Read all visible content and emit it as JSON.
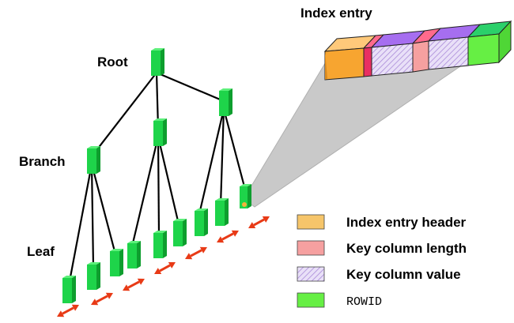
{
  "labels": {
    "root": "Root",
    "branch": "Branch",
    "leaf": "Leaf",
    "index_entry": "Index entry"
  },
  "legend": [
    {
      "label": "Index entry header",
      "color": "#f6c56a",
      "pattern": false
    },
    {
      "label": "Key column length",
      "color": "#f6a0a0",
      "pattern": false
    },
    {
      "label": "Key column value",
      "color": "#d6c6ee",
      "pattern": true
    },
    {
      "label": "ROWID",
      "color": "#66ef44",
      "pattern": false,
      "mono": true
    }
  ],
  "colors": {
    "block_front": "#1ed44a",
    "block_side": "#0e9e2e",
    "arrow": "#e83a16",
    "header_front": "#f7a530",
    "header_top": "#ffc97a",
    "key_length_front": "#e82f62",
    "key_length_top": "#ff6a8c",
    "key_value_top": "#a66ef0",
    "rowid_front": "#66ef44",
    "rowid_top": "#2bd06a"
  }
}
